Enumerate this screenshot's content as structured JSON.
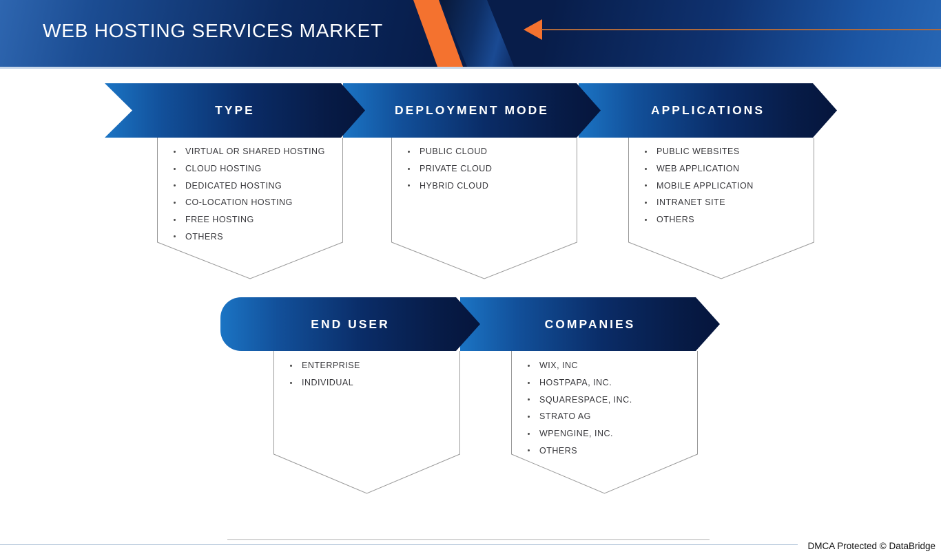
{
  "header": {
    "title": "WEB HOSTING SERVICES MARKET"
  },
  "segments": [
    {
      "label": "TYPE",
      "items": [
        "VIRTUAL OR SHARED HOSTING",
        "CLOUD HOSTING",
        "DEDICATED HOSTING",
        "CO-LOCATION HOSTING",
        "FREE HOSTING",
        "OTHERS"
      ]
    },
    {
      "label": "DEPLOYMENT MODE",
      "items": [
        "PUBLIC CLOUD",
        "PRIVATE CLOUD",
        "HYBRID CLOUD"
      ]
    },
    {
      "label": "APPLICATIONS",
      "items": [
        "PUBLIC WEBSITES",
        "WEB APPLICATION",
        "MOBILE APPLICATION",
        "INTRANET SITE",
        "OTHERS"
      ]
    },
    {
      "label": "END USER",
      "items": [
        "ENTERPRISE",
        "INDIVIDUAL"
      ]
    },
    {
      "label": "COMPANIES",
      "items": [
        "WIX, INC",
        "HOSTPAPA, INC.",
        "SQUARESPACE, INC.",
        "STRATO AG",
        "WPENGINE, INC.",
        "OTHERS"
      ]
    }
  ],
  "footer": {
    "dmca": "DMCA Protected © DataBridge"
  },
  "colors": {
    "accent_orange": "#f4722f",
    "banner_blue_light": "#1b74c4",
    "banner_navy_dark": "#05153c",
    "header_navy": "#071d4b",
    "outline_gray": "#999999",
    "text_dark": "#37373b"
  }
}
